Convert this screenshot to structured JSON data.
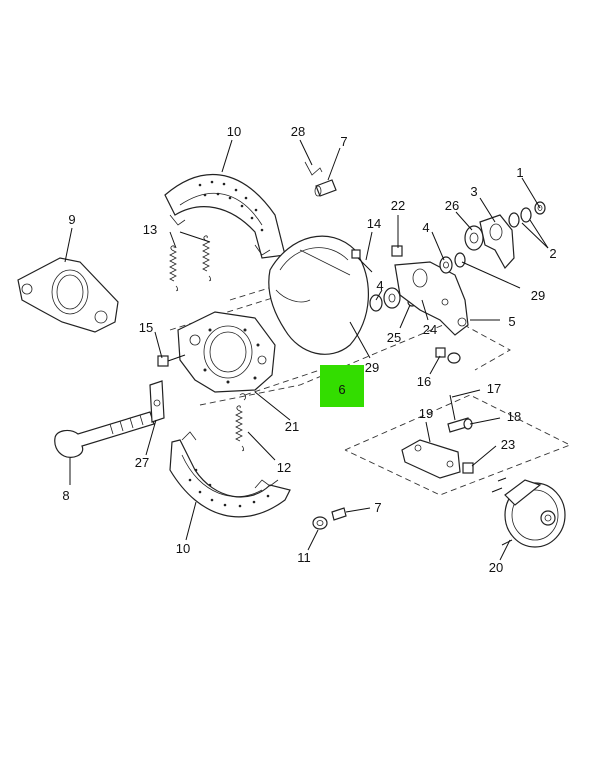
{
  "highlight": {
    "label": "6",
    "color": "#33dd00"
  },
  "callouts": {
    "c1": "1",
    "c2": "2",
    "c3": "3",
    "c4a": "4",
    "c4b": "4",
    "c5": "5",
    "c7a": "7",
    "c7b": "7",
    "c8": "8",
    "c9": "9",
    "c10a": "10",
    "c10b": "10",
    "c11": "11",
    "c12": "12",
    "c13": "13",
    "c14": "14",
    "c15": "15",
    "c16": "16",
    "c17": "17",
    "c18": "18",
    "c19": "19",
    "c20": "20",
    "c21": "21",
    "c22": "22",
    "c23": "23",
    "c24": "24",
    "c25": "25",
    "c26": "26",
    "c27": "27",
    "c28": "28",
    "c29a": "29",
    "c29b": "29"
  }
}
